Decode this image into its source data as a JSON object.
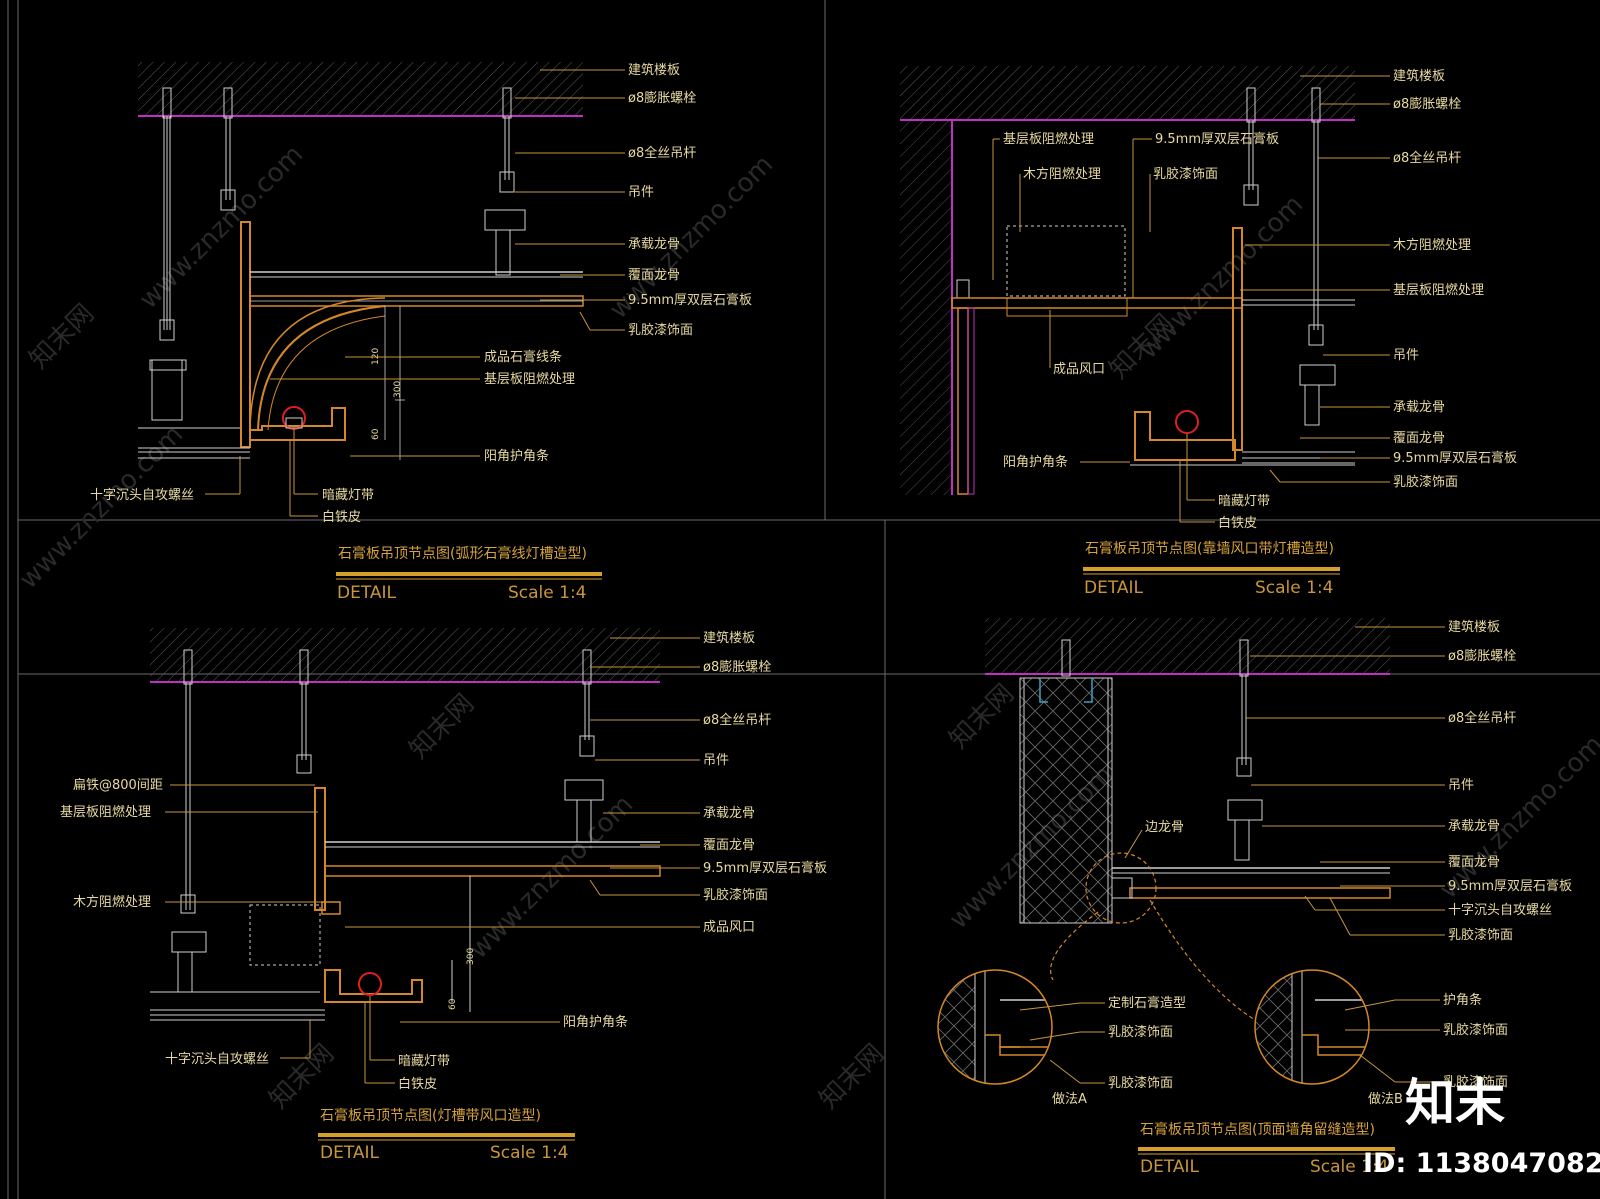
{
  "colors": {
    "background": "#000000",
    "leader": "#c9963a",
    "label": "#e8d9a0",
    "slab_line": "#c030c0",
    "board": "#d4882a",
    "grid": "#555555",
    "steel": "#cfcfcf"
  },
  "panels": [
    {
      "title": "石膏板吊顶节点图(弧形石膏线灯槽造型)",
      "detail": "DETAIL",
      "scale": "Scale 1:4",
      "labels": {
        "building_slab": "建筑楼板",
        "expansion_bolt": "ø8膨胀螺栓",
        "threaded_rod": "ø8全丝吊杆",
        "hanger": "吊件",
        "main_keel": "承载龙骨",
        "cover_keel": "覆面龙骨",
        "gypsum_board": "9.5mm厚双层石膏板",
        "latex_paint": "乳胶漆饰面",
        "gypsum_moulding": "成品石膏线条",
        "base_board_fire": "基层板阻燃处理",
        "corner_guard": "阳角护角条",
        "screw": "十字沉头自攻螺丝",
        "hidden_light": "暗藏灯带",
        "white_iron": "白铁皮"
      },
      "dims": [
        "120",
        "300",
        "60"
      ]
    },
    {
      "title": "石膏板吊顶节点图(靠墙风口带灯槽造型)",
      "detail": "DETAIL",
      "scale": "Scale 1:4",
      "labels": {
        "building_slab": "建筑楼板",
        "expansion_bolt": "ø8膨胀螺栓",
        "base_board_fire": "基层板阻燃处理",
        "gypsum_board_top": "9.5mm厚双层石膏板",
        "threaded_rod": "ø8全丝吊杆",
        "wood_fire": "木方阻燃处理",
        "latex_paint_top": "乳胶漆饰面",
        "wood_fire_right": "木方阻燃处理",
        "base_board_fire_right": "基层板阻燃处理",
        "air_vent": "成品风口",
        "hanger": "吊件",
        "main_keel": "承载龙骨",
        "cover_keel": "覆面龙骨",
        "corner_guard": "阳角护角条",
        "gypsum_board": "9.5mm厚双层石膏板",
        "latex_paint": "乳胶漆饰面",
        "hidden_light": "暗藏灯带",
        "white_iron": "白铁皮"
      }
    },
    {
      "title": "石膏板吊顶节点图(灯槽带风口造型)",
      "detail": "DETAIL",
      "scale": "Scale 1:4",
      "labels": {
        "building_slab": "建筑楼板",
        "expansion_bolt": "ø8膨胀螺栓",
        "threaded_rod": "ø8全丝吊杆",
        "hanger": "吊件",
        "flat_iron": "扁铁@800间距",
        "base_board_fire": "基层板阻燃处理",
        "main_keel": "承载龙骨",
        "cover_keel": "覆面龙骨",
        "gypsum_board": "9.5mm厚双层石膏板",
        "wood_fire": "木方阻燃处理",
        "latex_paint": "乳胶漆饰面",
        "air_vent": "成品风口",
        "corner_guard": "阳角护角条",
        "screw": "十字沉头自攻螺丝",
        "hidden_light": "暗藏灯带",
        "white_iron": "白铁皮"
      },
      "dims": [
        "300",
        "60"
      ]
    },
    {
      "title": "石膏板吊顶节点图(顶面墙角留缝造型)",
      "detail": "DETAIL",
      "scale": "Scale 1:4",
      "labels": {
        "building_slab": "建筑楼板",
        "expansion_bolt": "ø8膨胀螺栓",
        "threaded_rod": "ø8全丝吊杆",
        "hanger": "吊件",
        "edge_keel": "边龙骨",
        "main_keel": "承载龙骨",
        "cover_keel": "覆面龙骨",
        "gypsum_board": "9.5mm厚双层石膏板",
        "screw": "十字沉头自攻螺丝",
        "latex_paint": "乳胶漆饰面",
        "custom_gypsum": "定制石膏造型",
        "latex_paint_a1": "乳胶漆饰面",
        "latex_paint_a2": "乳胶漆饰面",
        "method_a": "做法A",
        "corner_guard": "护角条",
        "latex_paint_b1": "乳胶漆饰面",
        "latex_paint_b2": "乳胶漆饰面",
        "method_b": "做法B"
      }
    }
  ],
  "watermark": {
    "text": "www.znzmo.com",
    "site_name": "知末网"
  },
  "brand": {
    "logo": "知末",
    "id_text": "ID: 1138047082"
  }
}
